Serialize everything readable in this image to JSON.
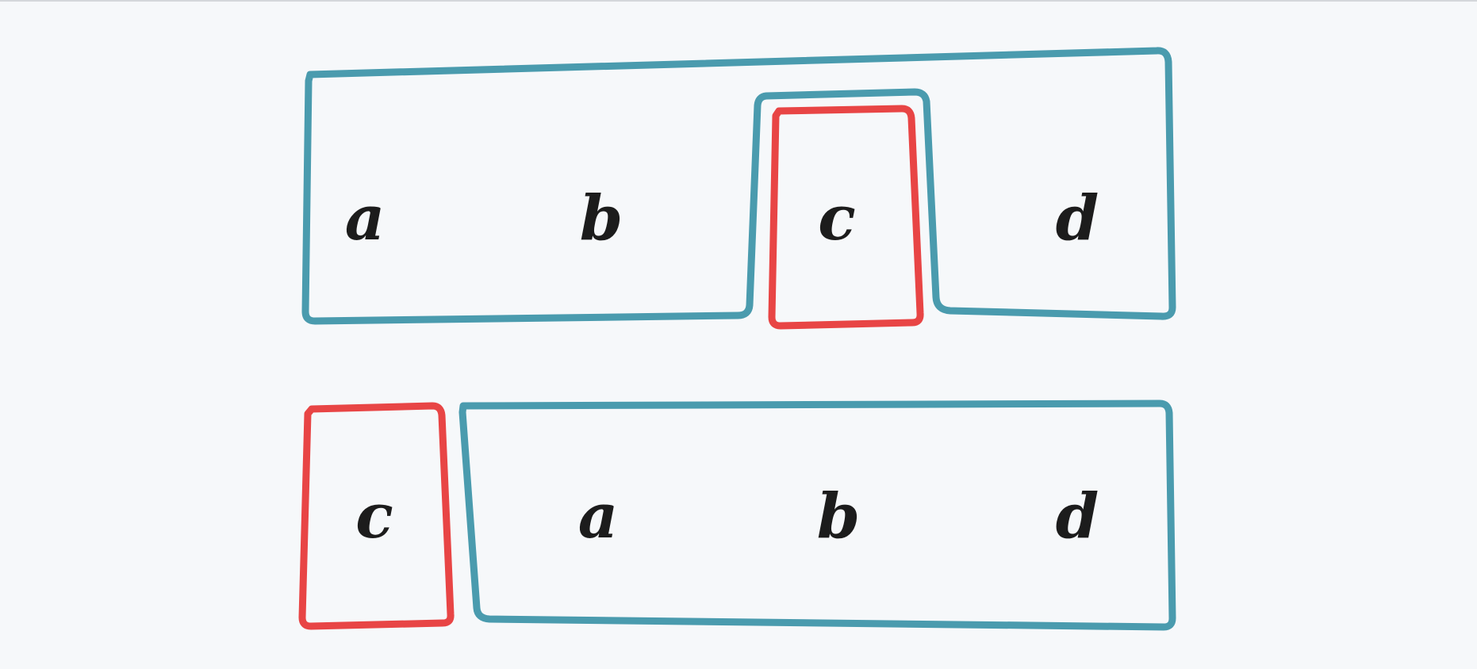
{
  "colors": {
    "background": "#f6f8fa",
    "group_outline": "#4a9bae",
    "moved_outline": "#e84545",
    "letter": "#1c1c1c"
  },
  "before": {
    "letters": [
      "a",
      "b",
      "c",
      "d"
    ],
    "highlighted": "c"
  },
  "after": {
    "letters": [
      "c",
      "a",
      "b",
      "d"
    ],
    "highlighted": "c"
  }
}
